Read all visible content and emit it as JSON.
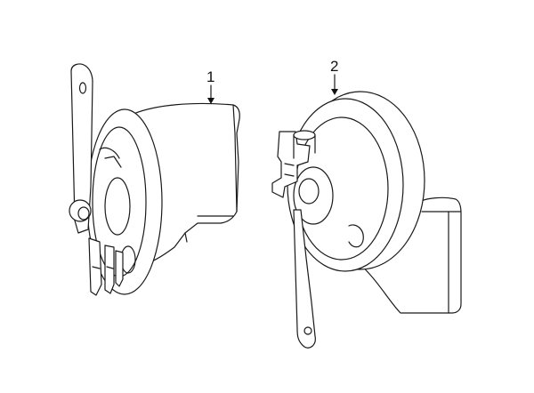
{
  "diagram": {
    "callouts": [
      {
        "id": "part-1",
        "label": "1"
      },
      {
        "id": "part-2",
        "label": "2"
      }
    ],
    "colors": {
      "line": "#1a1a1a",
      "background": "#ffffff"
    }
  }
}
